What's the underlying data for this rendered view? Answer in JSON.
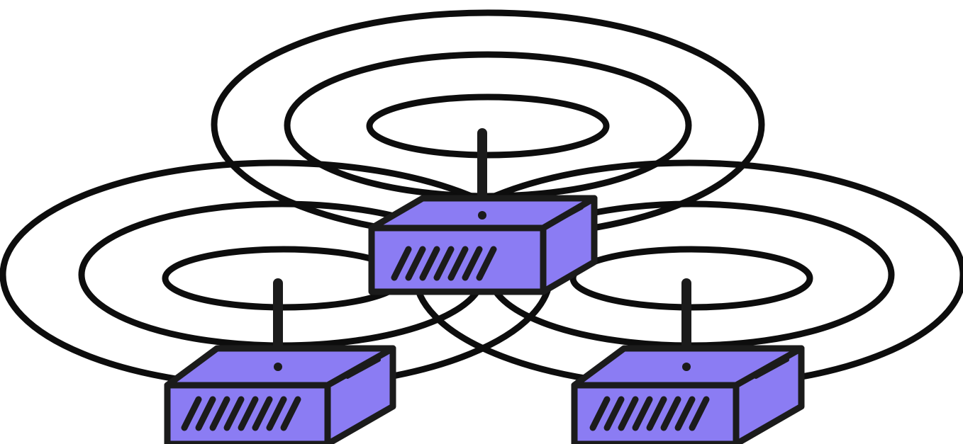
{
  "colors": {
    "router_body": "#8b7cf3",
    "outline": "#1b1b1b",
    "signal_rings": "#0d0d0d",
    "background": "#ffffff"
  },
  "routers": [
    {
      "name": "router-center",
      "icon": "wifi-router-icon",
      "vent_slots": 7,
      "signal_rings": 3
    },
    {
      "name": "router-left",
      "icon": "wifi-router-icon",
      "vent_slots": 8,
      "signal_rings": 3
    },
    {
      "name": "router-right",
      "icon": "wifi-router-icon",
      "vent_slots": 8,
      "signal_rings": 3
    }
  ]
}
